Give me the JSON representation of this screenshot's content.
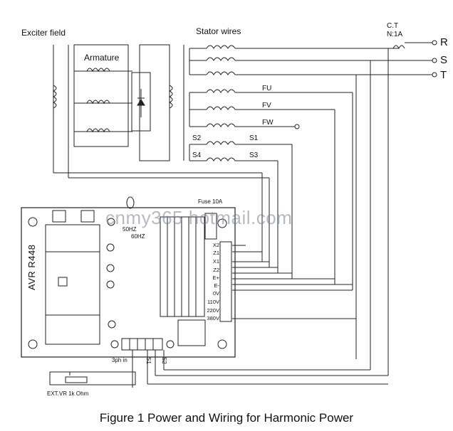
{
  "labels": {
    "exciter_field": "Exciter field",
    "armature": "Armature",
    "stator_wires": "Stator wires",
    "ct": "C.T",
    "ct_ratio": "N:1A",
    "phase_r": "R",
    "phase_s": "S",
    "phase_t": "T",
    "fu": "FU",
    "fv": "FV",
    "fw": "FW",
    "s1": "S1",
    "s2": "S2",
    "s3": "S3",
    "s4": "S4",
    "fuse": "Fuse  10A",
    "hz50": "50HZ",
    "hz60": "60HZ",
    "avr": "AVR  R448",
    "three_ph_in": "3ph in",
    "s1_small": "S1",
    "s2_small": "S2",
    "ext_vr": "EXT.VR  1k Ohm",
    "watermark": "cnmy365    hotmail.com"
  },
  "terminals": [
    "X2",
    "Z1",
    "X1",
    "Z2",
    "E+",
    "E-",
    "0V",
    "110V",
    "220V",
    "380V"
  ],
  "caption": "Figure 1    Power and Wiring for Harmonic Power"
}
